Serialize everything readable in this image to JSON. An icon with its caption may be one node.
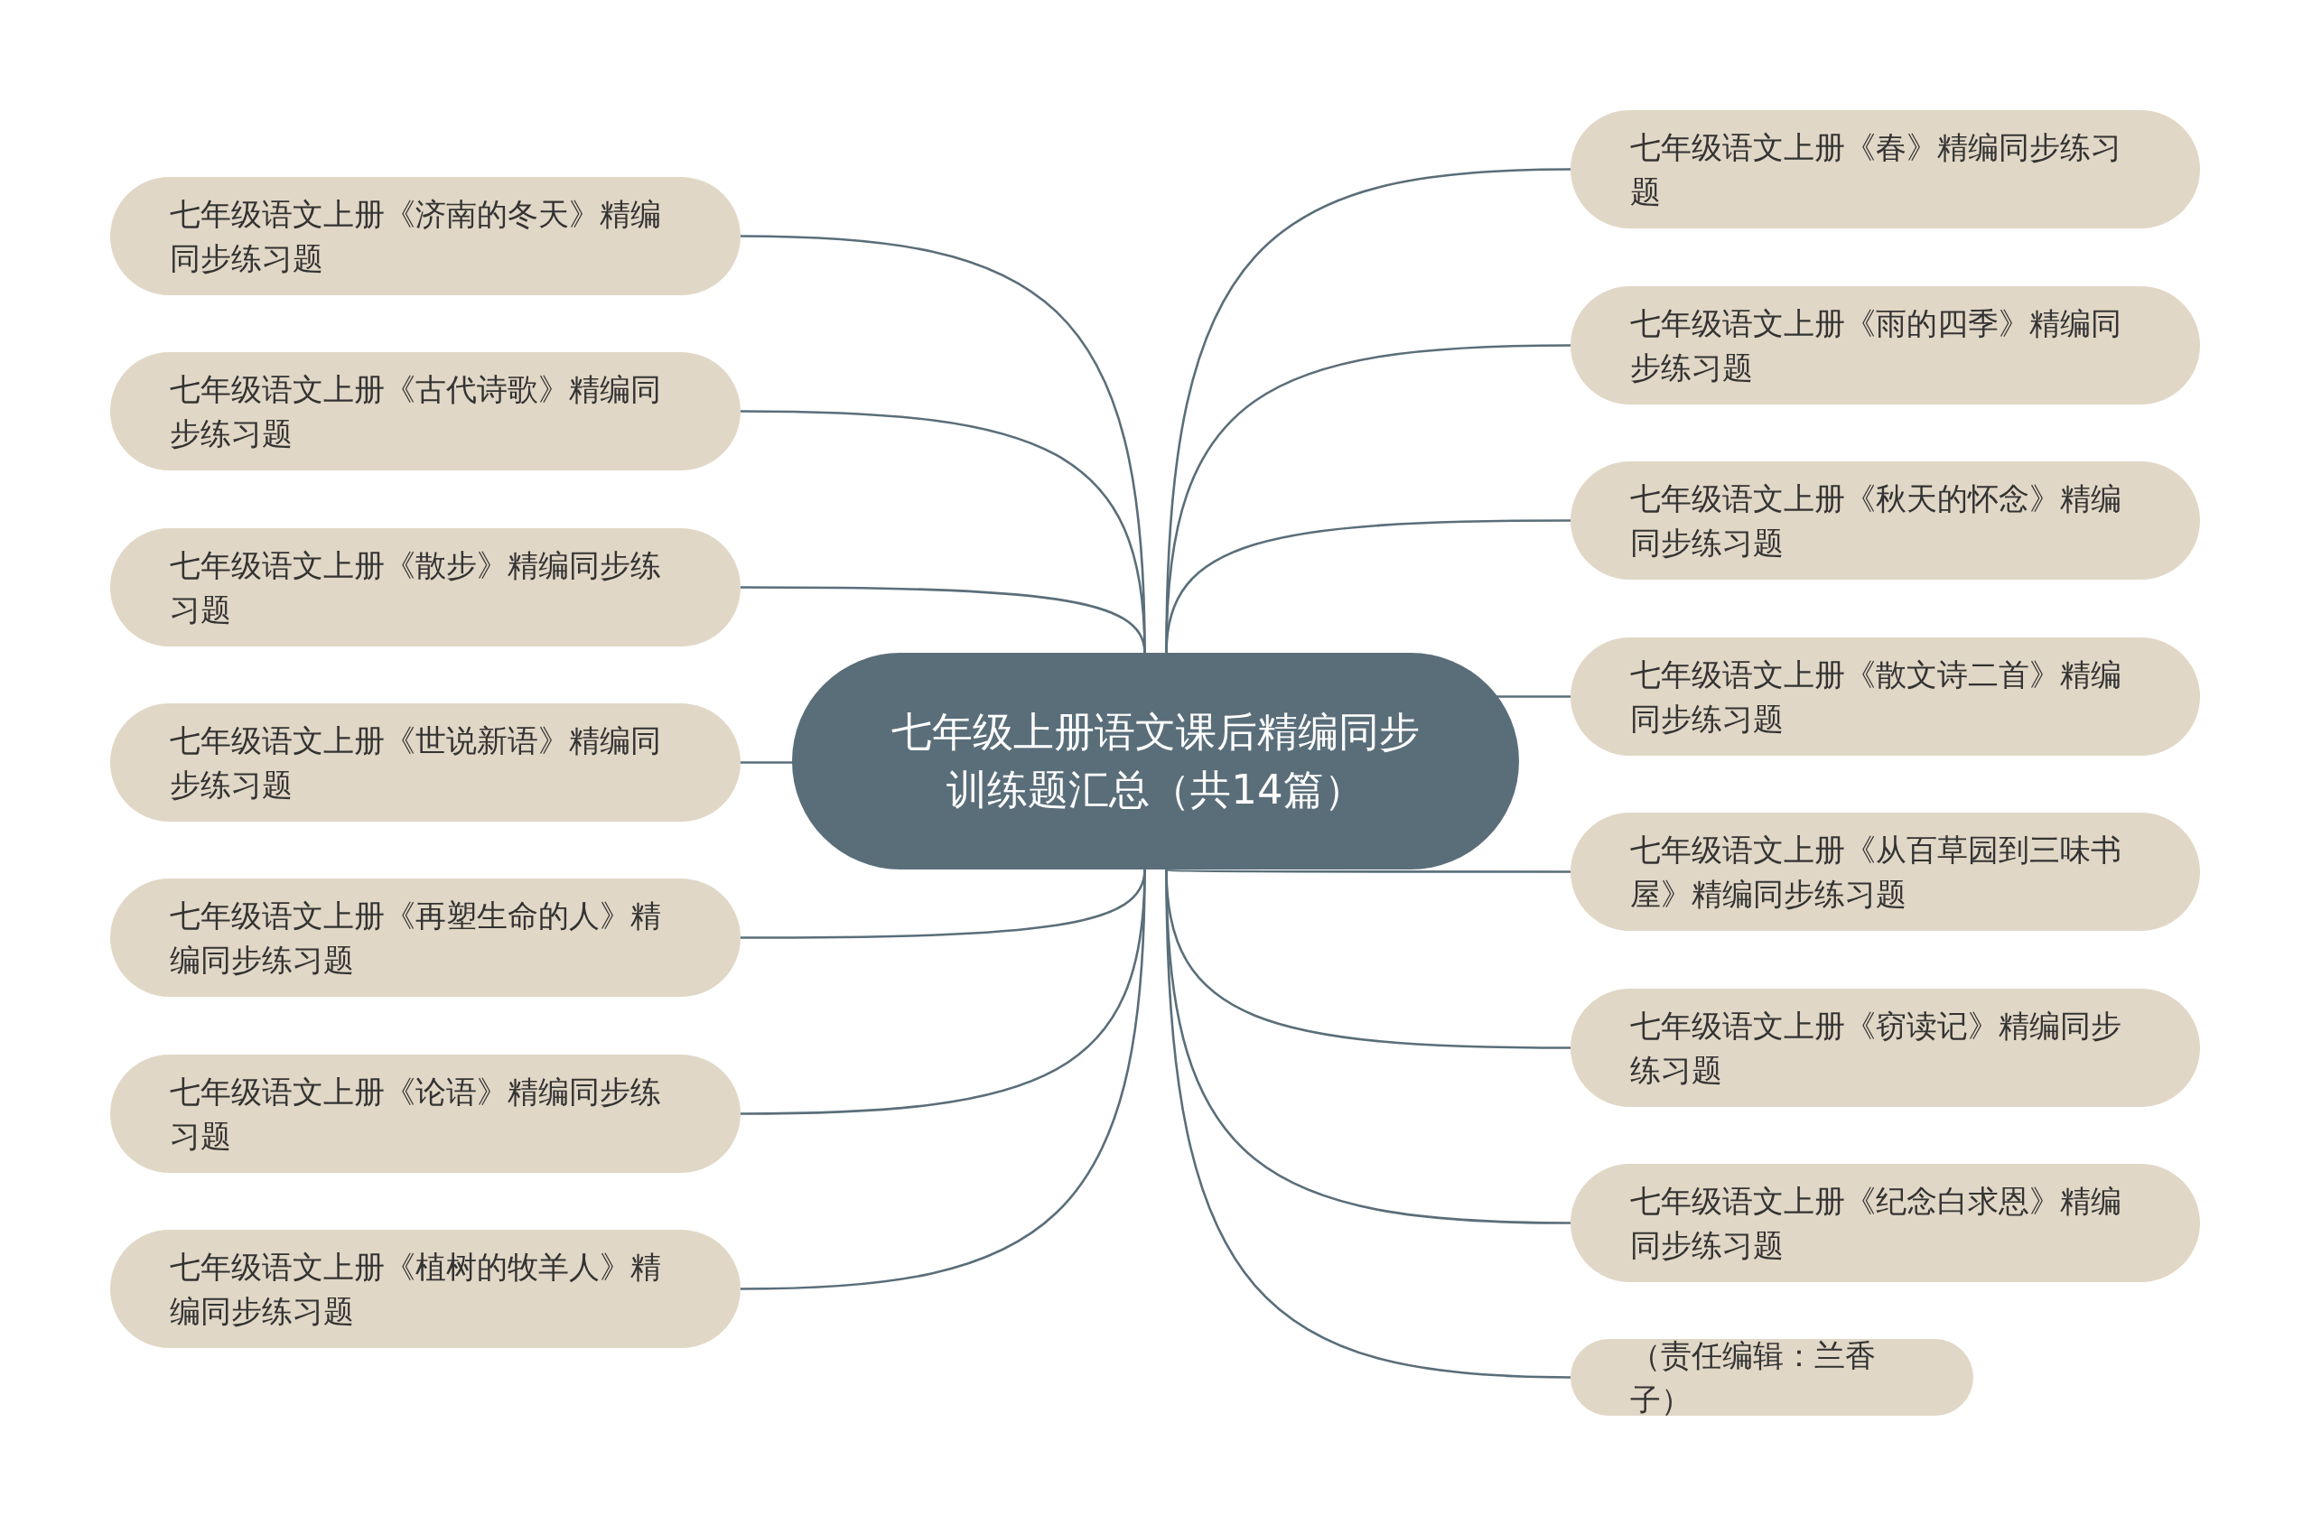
{
  "diagram": {
    "nodes": [
      {
        "text": [
          "七年级上册语文课后精编同步训练题汇总（共14篇）"
        ]
      },
      {
        "text": [
          "七年级语文上册《济南的冬天》精编同步练习题"
        ]
      },
      {
        "text": [
          "七年级语文上册《古代诗歌》精编同步练习题"
        ]
      },
      {
        "text": [
          "七年级语文上册《散步》精编同步练习题"
        ]
      },
      {
        "text": [
          "七年级语文上册《世说新语》精编同步练习题"
        ]
      },
      {
        "text": [
          "七年级语文上册《再塑生命的人》精编同步练习题"
        ]
      },
      {
        "text": [
          "七年级语文上册《论语》精编同步练习题"
        ]
      },
      {
        "text": [
          "七年级语文上册《植树的牧羊人》精编同步练习题"
        ]
      },
      {
        "text": [
          "七年级语文上册《春》精编同步练习题"
        ]
      },
      {
        "text": [
          "七年级语文上册《雨的四季》精编同步练习题"
        ]
      },
      {
        "text": [
          "七年级语文上册《秋天的怀念》精编同步练习题"
        ]
      },
      {
        "text": [
          "七年级语文上册《散文诗二首》精编同步练习题"
        ]
      },
      {
        "text": [
          "七年级语文上册《从百草园到三味书屋》精编同步练习题"
        ]
      },
      {
        "text": [
          "七年级语文上册《窃读记》精编同步练习题"
        ]
      },
      {
        "text": [
          "七年级语文上册《纪念白求恩》精编同步练习题"
        ]
      },
      {
        "text": [
          "（责任编辑：兰香子）"
        ]
      }
    ],
    "edges": [
      {
        "from": 0,
        "to": 1,
        "arrow": "none"
      },
      {
        "from": 0,
        "to": 2,
        "arrow": "none"
      },
      {
        "from": 0,
        "to": 3,
        "arrow": "none"
      },
      {
        "from": 0,
        "to": 4,
        "arrow": "none"
      },
      {
        "from": 0,
        "to": 5,
        "arrow": "none"
      },
      {
        "from": 0,
        "to": 6,
        "arrow": "none"
      },
      {
        "from": 0,
        "to": 7,
        "arrow": "none"
      },
      {
        "from": 0,
        "to": 8,
        "arrow": "none"
      },
      {
        "from": 0,
        "to": 9,
        "arrow": "none"
      },
      {
        "from": 0,
        "to": 10,
        "arrow": "none"
      },
      {
        "from": 0,
        "to": 11,
        "arrow": "none"
      },
      {
        "from": 0,
        "to": 12,
        "arrow": "none"
      },
      {
        "from": 0,
        "to": 13,
        "arrow": "none"
      },
      {
        "from": 0,
        "to": 14,
        "arrow": "none"
      },
      {
        "from": 0,
        "to": 15,
        "arrow": "none"
      }
    ]
  }
}
